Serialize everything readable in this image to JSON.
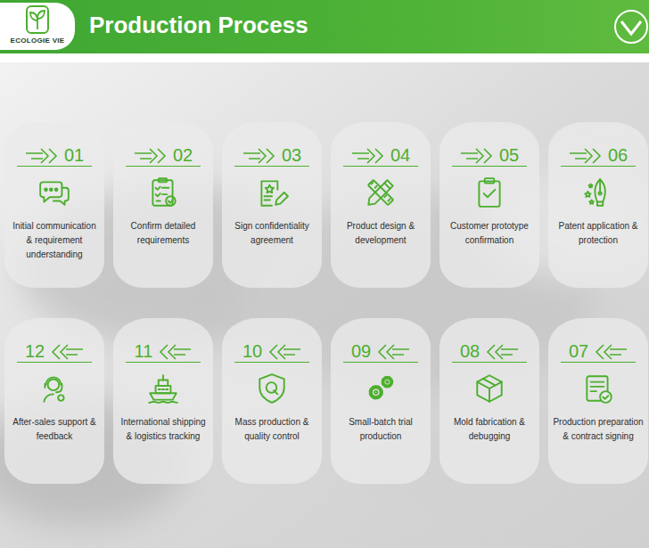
{
  "diagram": {
    "title": "Production Process",
    "nodes": [
      {
        "text": [
          "01",
          "Initial communication & requirement understanding"
        ]
      },
      {
        "text": [
          "02",
          "Confirm detailed requirements"
        ]
      },
      {
        "text": [
          "03",
          "Sign confidentiality agreement"
        ]
      },
      {
        "text": [
          "04",
          "Product design & development"
        ]
      },
      {
        "text": [
          "05",
          "Customer prototype confirmation"
        ]
      },
      {
        "text": [
          "06",
          "Patent application & protection"
        ]
      },
      {
        "text": [
          "12",
          "After-sales support & feedback"
        ]
      },
      {
        "text": [
          "11",
          "International shipping & logistics tracking"
        ]
      },
      {
        "text": [
          "10",
          "Mass production & quality control"
        ]
      },
      {
        "text": [
          "09",
          "Small-batch trial production"
        ]
      },
      {
        "text": [
          "08",
          "Mold fabrication & debugging"
        ]
      },
      {
        "text": [
          "07",
          "Production preparation & contract signing"
        ]
      }
    ],
    "labels": [
      "ECOLOGIE VIE"
    ]
  }
}
